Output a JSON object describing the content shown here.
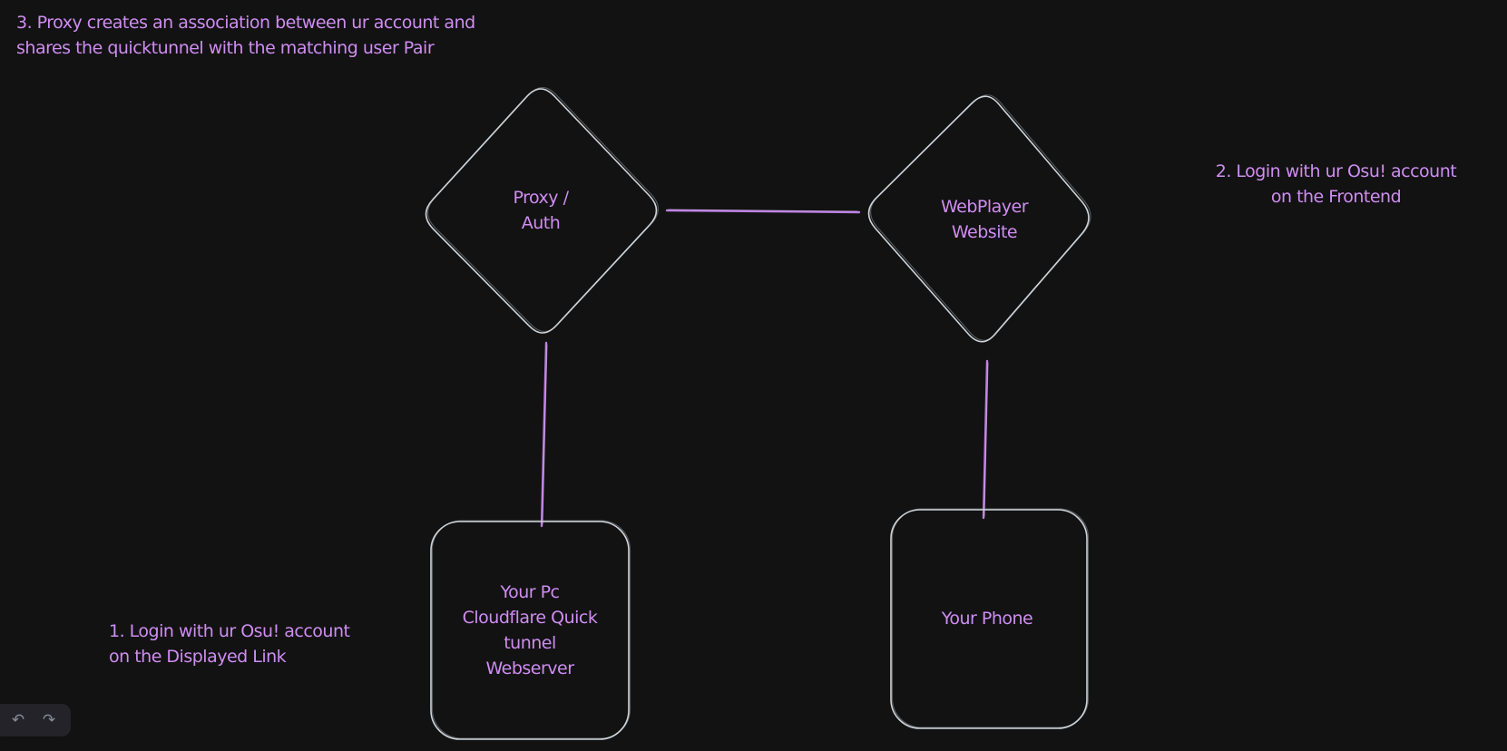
{
  "app": {
    "type": "whiteboard-diagram",
    "background_color": "#121212"
  },
  "colors": {
    "canvas_background": "#121212",
    "shape_stroke": "#ced4da",
    "text_accent": "#cf8df2",
    "connector": "#b97ce0",
    "panel_background": "#232329",
    "panel_icon": "#8a8d96"
  },
  "annotations": {
    "step3": "3. Proxy creates an association between ur account and\nshares the quicktunnel with the matching user Pair",
    "step2": "2. Login with ur Osu! account\non the Frontend",
    "step1": "1. Login with ur Osu! account\non the Displayed Link"
  },
  "nodes": {
    "proxy_auth": {
      "shape": "diamond",
      "label": "Proxy /\nAuth"
    },
    "webplayer": {
      "shape": "diamond",
      "label": "WebPlayer\nWebsite"
    },
    "your_pc": {
      "shape": "rectangle",
      "label": "Your Pc\nCloudflare Quick\ntunnel\nWebserver"
    },
    "your_phone": {
      "shape": "rectangle",
      "label": "Your Phone"
    }
  },
  "edges": [
    {
      "from": "proxy_auth",
      "to": "webplayer",
      "style": "line"
    },
    {
      "from": "proxy_auth",
      "to": "your_pc",
      "style": "line"
    },
    {
      "from": "webplayer",
      "to": "your_phone",
      "style": "line"
    }
  ],
  "toolbar": {
    "undo_icon": "↶",
    "redo_icon": "↷"
  }
}
